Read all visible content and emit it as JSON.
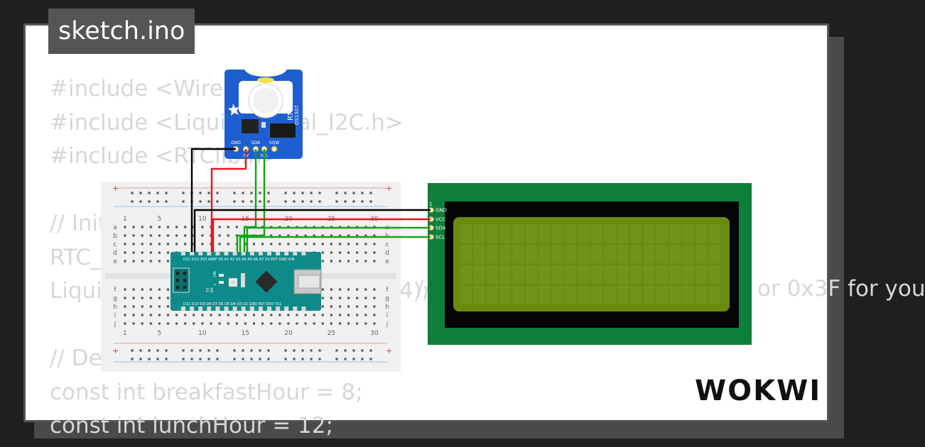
{
  "file_tab": {
    "name": "sketch.ino"
  },
  "code_lines": [
    "#include <Wire.h>",
    "#include <LiquidCrystal_I2C.h>",
    "#include <RTClib.h>",
    "",
    "// Initialize",
    "RTC_DS1307 rtc;",
    "LiquidCrystal_I2C lcd(0x27, 20, 4);",
    "",
    "// Define",
    "const int breakfastHour = 8;",
    "const int lunchHour = 12;"
  ],
  "code_right_fragment": "// Change the address to 0x27 or 0x3F for you",
  "rtc_module": {
    "title": "RTC",
    "chip": "DS1307",
    "pins": [
      "GND",
      "5V",
      "SDA",
      "SCL",
      "SQW"
    ]
  },
  "lcd": {
    "pin_number": "1",
    "pins": [
      "GND",
      "VCC",
      "SDA",
      "SCL"
    ],
    "cols": 20,
    "rows": 4
  },
  "breadboard": {
    "column_numbers": [
      "1",
      "5",
      "10",
      "15",
      "20",
      "25",
      "30"
    ],
    "row_letters_top": [
      "a",
      "b",
      "c",
      "d",
      "e"
    ],
    "row_letters_bottom": [
      "f",
      "g",
      "h",
      "i",
      "j"
    ],
    "rail_plus": "+",
    "rail_minus": "−"
  },
  "arduino_nano": {
    "top_labels": "D12 D13 3V3 AREF A0 A1 A2 A3 A4 A5 A6 A7 5V RST GND VIN",
    "led_labels": [
      "ON",
      "L"
    ],
    "tx_rx": [
      "TX",
      "RX"
    ],
    "bottom_labels": "D11 D10 D9 D8 D7 D6 D5 D4 D3 D2 GND RST RX0 TX1"
  },
  "brand": {
    "name": "WOKWI"
  },
  "colors": {
    "wire_black": "#000000",
    "wire_red": "#e8141b",
    "wire_green": "#13a316",
    "lcd_board": "#0e7e3c",
    "lcd_screen": "#6b8b0e",
    "rtc_board": "#1d5fd0",
    "nano_board": "#0f8a8a"
  }
}
